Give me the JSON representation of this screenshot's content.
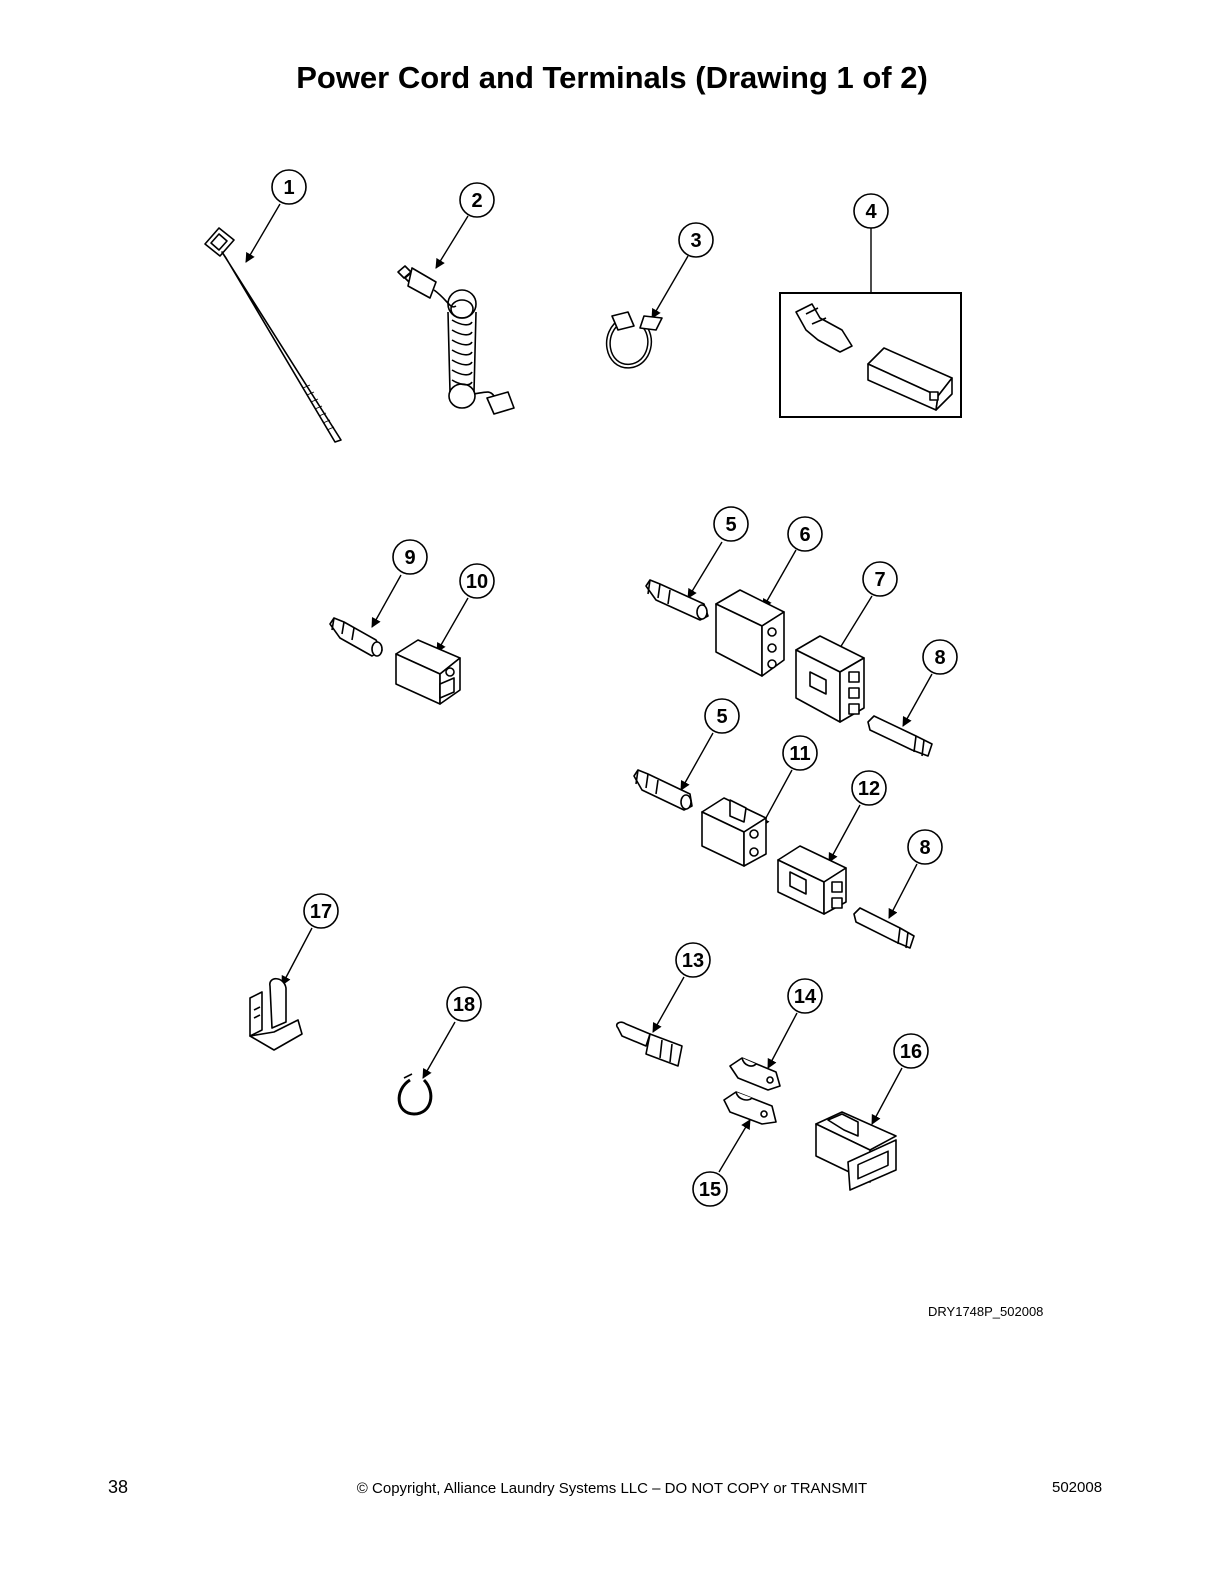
{
  "title": "Power Cord and Terminals (Drawing 1 of 2)",
  "callouts": [
    "1",
    "2",
    "3",
    "4",
    "5",
    "6",
    "7",
    "8",
    "9",
    "10",
    "5",
    "11",
    "12",
    "8",
    "13",
    "14",
    "16",
    "17",
    "18",
    "15"
  ],
  "drawing_id": "DRY1748P_502008",
  "footer": {
    "page_number": "38",
    "copyright": "© Copyright, Alliance Laundry Systems LLC – DO NOT COPY or TRANSMIT",
    "doc_number": "502008"
  }
}
